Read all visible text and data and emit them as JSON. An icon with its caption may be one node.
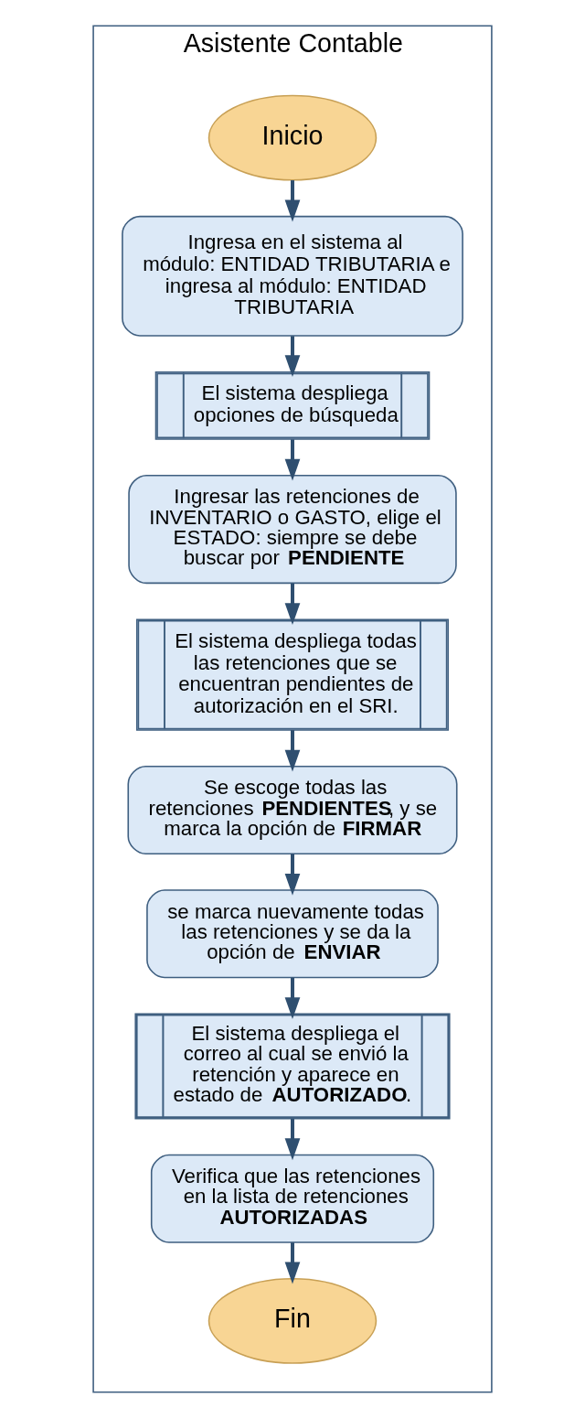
{
  "diagram": {
    "nodes": [
      {
        "text": [
          "Asistente Contable"
        ]
      },
      {
        "text": [
          "Inicio"
        ],
        "in": 0
      },
      {
        "text": [
          "Ingresa en el sistema al módulo: ENTIDAD TRIBUTARIA e ingresa al módulo: ENTIDAD TRIBUTARIA"
        ],
        "in": 0
      },
      {
        "text": [
          "El sistema despliega opciones de búsqueda"
        ],
        "in": 0
      },
      {
        "text": [
          "Ingresar las retenciones de INVENTARIO o GASTO, elige el ESTADO: siempre se debe buscar por **PENDIENTE**"
        ],
        "in": 0
      },
      {
        "text": [
          "El sistema despliega todas las retenciones que se encuentran pendientes de autorización en el SRI."
        ],
        "in": 0
      },
      {
        "text": [
          "Se escoge todas las retenciones **PENDIENTES**, y se marca la opción de **FIRMAR**"
        ],
        "in": 0
      },
      {
        "text": [
          "se marca nuevamente todas las retenciones y se da la opción de **ENVIAR**"
        ],
        "in": 0
      },
      {
        "text": [
          "El sistema despliega el correo al cual se envió la retención y aparece en estado de **AUTORIZADO**."
        ],
        "in": 0
      },
      {
        "text": [
          "Verifica que las retenciones en la lista de retenciones **AUTORIZADAS**"
        ],
        "in": 0
      },
      {
        "text": [
          "Fin"
        ],
        "in": 0
      }
    ],
    "edges": [
      {
        "from": 1,
        "to": 2,
        "arrow": "to"
      },
      {
        "from": 2,
        "to": 3,
        "arrow": "to"
      },
      {
        "from": 3,
        "to": 4,
        "arrow": "to"
      },
      {
        "from": 4,
        "to": 5,
        "arrow": "to"
      },
      {
        "from": 5,
        "to": 6,
        "arrow": "to"
      },
      {
        "from": 6,
        "to": 7,
        "arrow": "to"
      },
      {
        "from": 7,
        "to": 8,
        "arrow": "to"
      },
      {
        "from": 8,
        "to": 9,
        "arrow": "to"
      },
      {
        "from": 9,
        "to": 10,
        "arrow": "to"
      }
    ]
  }
}
